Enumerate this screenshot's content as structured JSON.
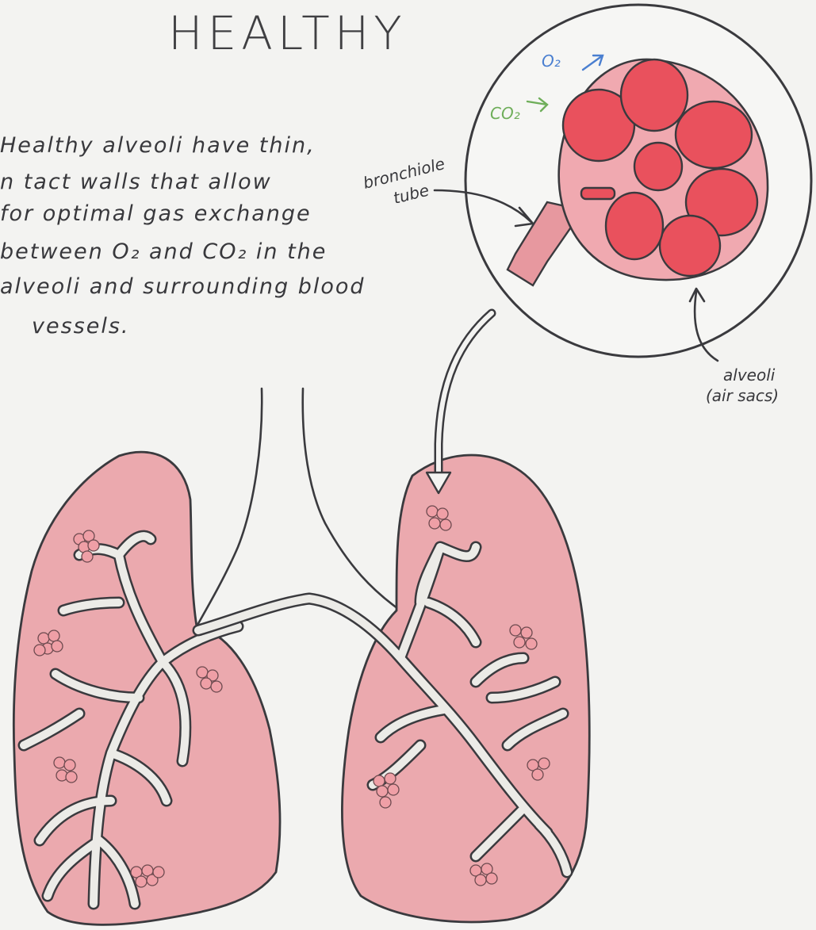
{
  "title": "HEALTHY",
  "description_lines": [
    "Healthy alveoli have thin,",
    "n tact walls that allow",
    "for optimal gas exchange",
    "between O₂ and CO₂ in the",
    "alveoli and surrounding blood",
    "vessels."
  ],
  "labels": {
    "o2": "O₂",
    "co2": "CO₂",
    "bronchiole_line1": "bronchiole",
    "bronchiole_line2": "tube",
    "alveoli_line1": "alveoli",
    "alveoli_line2": "(air sacs)"
  },
  "colors": {
    "paper": "#f3f3f1",
    "lung_fill": "#eba9ae",
    "alveoli_fill": "#e9515d",
    "o2_arrow": "#4a7fd0",
    "co2_arrow": "#6fae5a",
    "ink": "#3a3a3e"
  }
}
